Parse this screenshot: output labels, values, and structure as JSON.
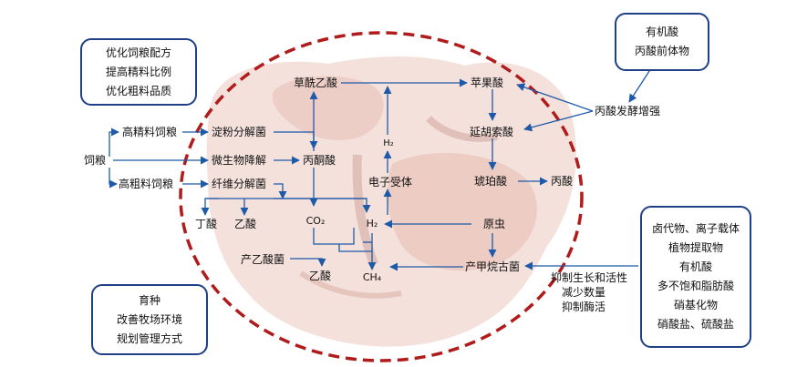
{
  "colors": {
    "arrow": "#1f5aa8",
    "ellipse": "#b01c1c",
    "box_border": "#1f3f86",
    "rumen_fill": "#f2dcd6"
  },
  "boxes": {
    "diet": [
      "优化饲粮配方",
      "提高精料比例",
      "优化粗料品质"
    ],
    "organic_acid": [
      "有机酸",
      "丙酸前体物"
    ],
    "breeding": [
      "育种",
      "改善牧场环境",
      "规划管理方式"
    ],
    "additives": [
      "卤代物、离子载体",
      "植物提取物",
      "有机酸",
      "多不饱和脂肪酸",
      "硝基化物",
      "硝酸盐、硫酸盐"
    ]
  },
  "labels": {
    "feed": "饲粮",
    "high_concentrate": "高精料饲粮",
    "high_roughage": "高粗料饲粮",
    "starch_bacteria": "淀粉分解菌",
    "microbial_degradation": "微生物降解",
    "fiber_bacteria": "纤维分解菌",
    "oxaloacetate": "草酰乙酸",
    "pyruvate": "丙酮酸",
    "malate": "苹果酸",
    "fumarate": "延胡索酸",
    "succinate": "琥珀酸",
    "propionate": "丙酸",
    "propionate_enhance": "丙酸发酵增强",
    "h2_top": "H₂",
    "electron_acceptor": "电子受体",
    "butyrate": "丁酸",
    "acetate_top": "乙酸",
    "co2": "CO₂",
    "h2_mid": "H₂",
    "protozoa": "原虫",
    "acetogen": "产乙酸菌",
    "acetate_bottom": "乙酸",
    "ch4": "CH₄",
    "methanogen": "产甲烷古菌",
    "inhibit_1": "抑制生长和活性",
    "inhibit_2": "减少数量",
    "inhibit_3": "抑制酶活"
  }
}
